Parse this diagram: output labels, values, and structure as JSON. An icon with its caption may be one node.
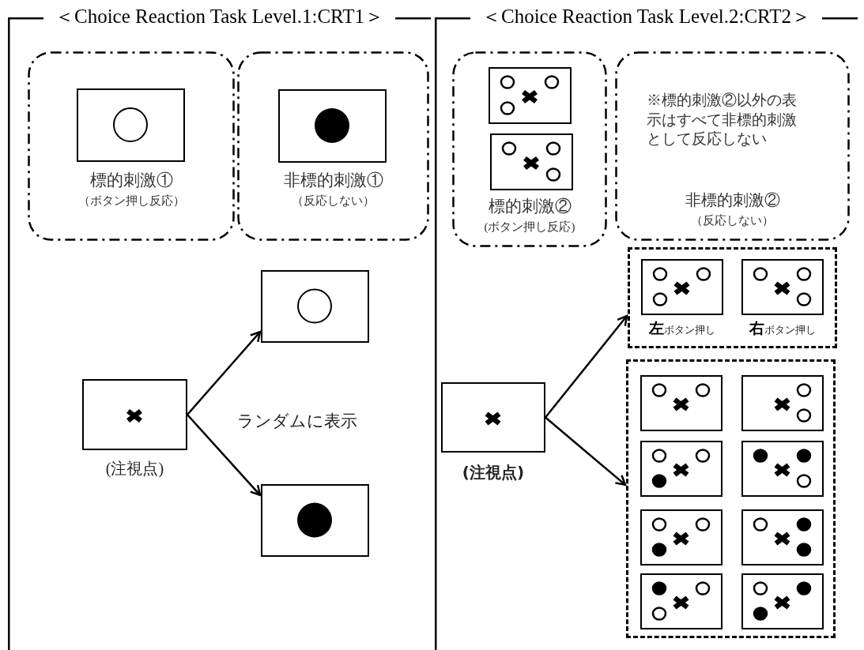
{
  "diagram": {
    "nodes": [
      {
        "text": [
          "＜Choice Reaction Task Level.1:CRT1＞"
        ]
      },
      {
        "text": [
          "標的刺激①",
          "（ボタン押し反応）"
        ],
        "in": 0
      },
      {
        "text": [],
        "shape": "box",
        "in": 1
      },
      {
        "text": [
          "非標的刺激①",
          "（反応しない）"
        ],
        "in": 0
      },
      {
        "text": [],
        "shape": "box",
        "in": 3
      },
      {
        "text": [],
        "shape": "box",
        "in": 0,
        "beside": [
          "(注視点)"
        ]
      },
      {
        "text": [],
        "shape": "box",
        "in": 0
      },
      {
        "text": [],
        "shape": "box",
        "in": 0
      },
      {
        "text": [
          "＜Choice Reaction Task Level.2:CRT2＞"
        ]
      },
      {
        "text": [
          "標的刺激②",
          "(ボタン押し反応)"
        ],
        "in": 8
      },
      {
        "text": [],
        "shape": "box",
        "in": 9
      },
      {
        "text": [],
        "shape": "box",
        "in": 9
      },
      {
        "text": [
          "※標的刺激②以外の表示はすべて非標的刺激として反応しない",
          "非標的刺激②",
          "（反応しない）"
        ],
        "in": 8
      },
      {
        "text": [],
        "shape": "box",
        "in": 8,
        "beside": [
          "(注視点)"
        ]
      },
      {
        "text": [],
        "shape": "box",
        "in": 8
      },
      {
        "text": [],
        "shape": "box",
        "in": 14,
        "beside": [
          "左ボタン押し"
        ]
      },
      {
        "text": [],
        "shape": "box",
        "in": 14,
        "beside": [
          "右ボタン押し"
        ]
      },
      {
        "text": [],
        "shape": "box",
        "in": 8
      },
      {
        "text": [],
        "shape": "box",
        "in": 17
      },
      {
        "text": [],
        "shape": "box",
        "in": 17
      },
      {
        "text": [],
        "shape": "box",
        "in": 17
      },
      {
        "text": [],
        "shape": "box",
        "in": 17
      },
      {
        "text": [],
        "shape": "box",
        "in": 17
      },
      {
        "text": [],
        "shape": "box",
        "in": 17
      },
      {
        "text": [],
        "shape": "box",
        "in": 17
      },
      {
        "text": [],
        "shape": "box",
        "in": 17
      }
    ],
    "edges": [
      {
        "from": 5,
        "to": 6,
        "arrow": "to"
      },
      {
        "from": 5,
        "to": 7,
        "arrow": "to"
      },
      {
        "from": 13,
        "to": 14,
        "arrow": "to"
      },
      {
        "from": 13,
        "to": 17,
        "arrow": "to"
      }
    ],
    "labels": [
      "ランダムに表示"
    ]
  }
}
